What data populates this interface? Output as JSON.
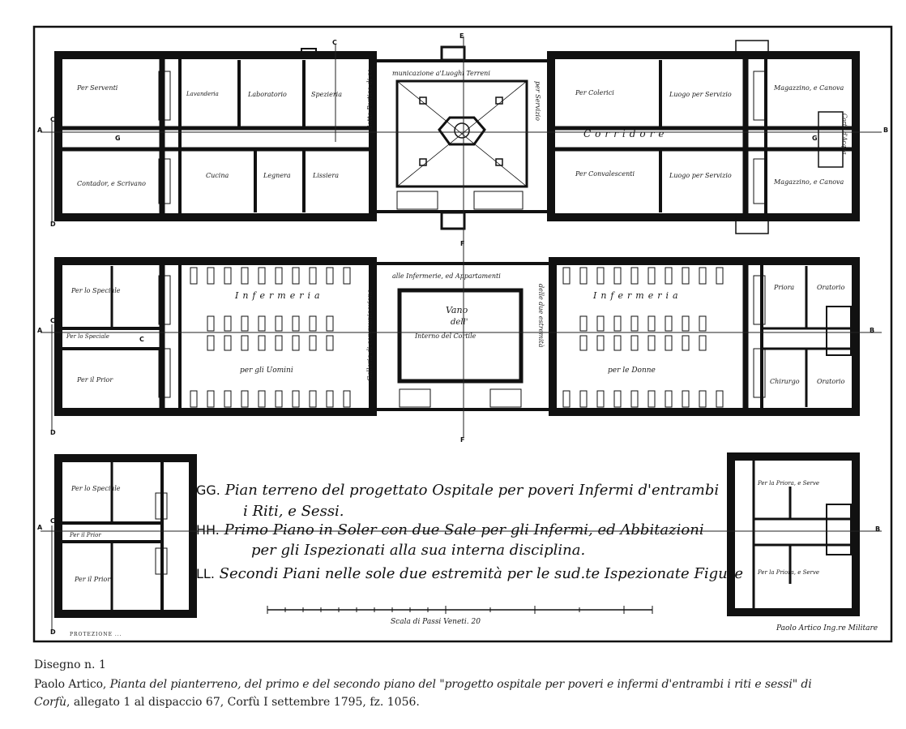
{
  "plan": {
    "ground": {
      "rooms": {
        "per_serventi": "Per Serventi",
        "lavanderia": "Lavanderia",
        "laboratorio": "Laboratorio",
        "spezieria": "Spezieria",
        "contador": "Contador, e Scrivano",
        "cucina": "Cucina",
        "legnera": "Legnera",
        "lissiera": "Lissiera",
        "per_colerici": "Per Colerici",
        "luogo_1": "Luogo per Servizio",
        "magazzino_1": "Magazzino, e Canova",
        "per_convalescenti": "Per Convalescenti",
        "luogo_2": "Luogo per Servizio",
        "magazzino_2": "Magazzino, e Canova",
        "corte_acqua": "Corte d'Acqua",
        "portico_top": "municazione a'Luoghi Terreni",
        "portico_left": "Sotto Portico di co",
        "portico_right": "per Servizio",
        "corridore": "Corridore"
      }
    },
    "first": {
      "rooms": {
        "per_lo_speciale": "Per lo Speciale",
        "per_lo_speciale_2": "Per lo Speciale",
        "per_il_prior": "Per il Prior",
        "infermeria_m": "Infermeria",
        "per_gli_uomini": "per gli Uomini",
        "galleria_top": "alle Infermerie, ed Appartamenti",
        "galleria_left": "Galleria di communicazione",
        "galleria_right": "delle due estremità",
        "vano_1": "Vano",
        "vano_2": "dell'",
        "vano_3": "Interno del Cortile",
        "infermeria_f": "Infermeria",
        "per_le_donne": "per le Donne",
        "priora": "Priora",
        "oratorio_1": "Oratorio",
        "chirurgo": "Chirurgo",
        "oratorio_2": "Oratorio"
      }
    },
    "second": {
      "rooms": {
        "left_1": "Per lo Speciale",
        "left_2": "Per il Prior",
        "left_3": "Per il Prior",
        "right_1": "Per la Priora, e Serve",
        "right_2": "Per la Priora, e Serve"
      }
    },
    "axis_marks": {
      "A": "A",
      "B": "B",
      "C": "C",
      "D": "D",
      "E": "E",
      "F": "F",
      "G": "G"
    },
    "legend": {
      "gg_key": "GG.",
      "gg_text_1": "Pian terreno del progettato Ospitale per poveri Infermi d'entrambi",
      "gg_text_2": "i Riti, e Sessi.",
      "hh_key": "HH.",
      "hh_text_1": "Primo Piano in Soler con due Sale per gli Infermi, ed Abbitazioni",
      "hh_text_2": "per gli Ispezionati alla sua interna disciplina.",
      "ll_key": "LL.",
      "ll_text": "Secondi Piani nelle sole due estremità per le sud.te Ispezionate Figure"
    },
    "scale_label": "Scala di Passi Veneti. 20",
    "stamp": "PROTEZIONE ...",
    "signature": "Paolo Artico Ing.re Militare"
  },
  "caption": {
    "line1": "Disegno n. 1",
    "line2_plain_a": "Paolo Artico, ",
    "line2_italic": "Pianta del pianterreno, del primo e del secondo piano del \"progetto ospitale per poveri e infermi d'entrambi i riti e sessi\" di",
    "line3_italic": "Corfù",
    "line3_plain": ", allegato 1 al dispaccio 67, Corfù I settembre 1795, fz. 1056."
  }
}
